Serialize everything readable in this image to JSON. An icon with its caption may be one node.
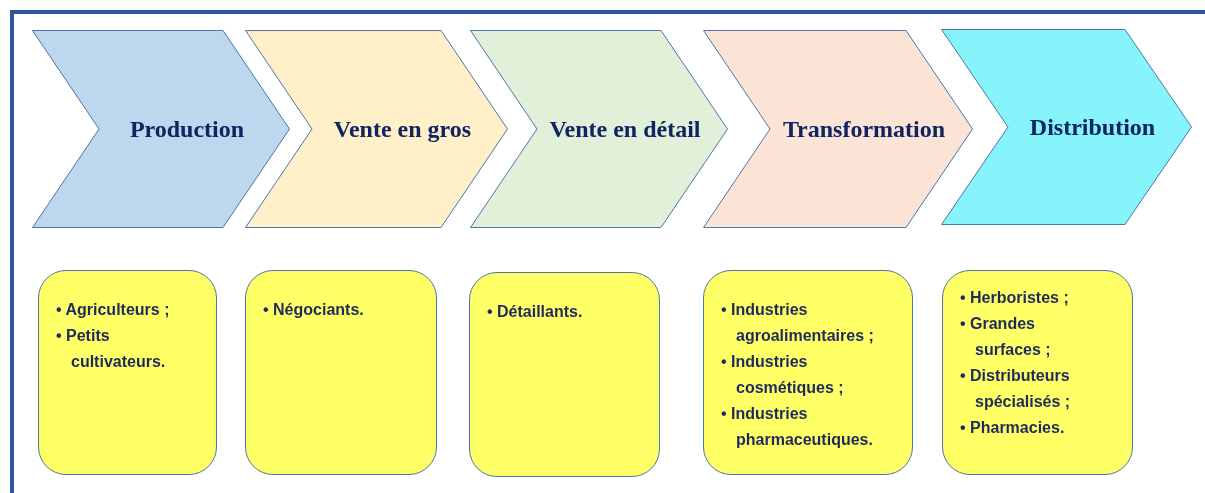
{
  "diagram": {
    "nodes": [
      {
        "text": [
          "Production"
        ]
      },
      {
        "text": [
          "Vente en gros"
        ]
      },
      {
        "text": [
          "Vente en détail"
        ]
      },
      {
        "text": [
          "Transformation"
        ]
      },
      {
        "text": [
          "Distribution"
        ]
      },
      {
        "text": [
          "• Agriculteurs ;",
          "• Petits cultivateurs."
        ]
      },
      {
        "text": [
          "• Négociants."
        ]
      },
      {
        "text": [
          "• Détaillants."
        ]
      },
      {
        "text": [
          "• Industries agroalimentaires ;",
          "• Industries cosmétiques ;",
          "• Industries pharmaceutiques."
        ]
      },
      {
        "text": [
          "• Herboristes ;",
          "• Grandes surfaces ;",
          "• Distributeurs spécialisés ;",
          "• Pharmacies."
        ]
      }
    ]
  }
}
